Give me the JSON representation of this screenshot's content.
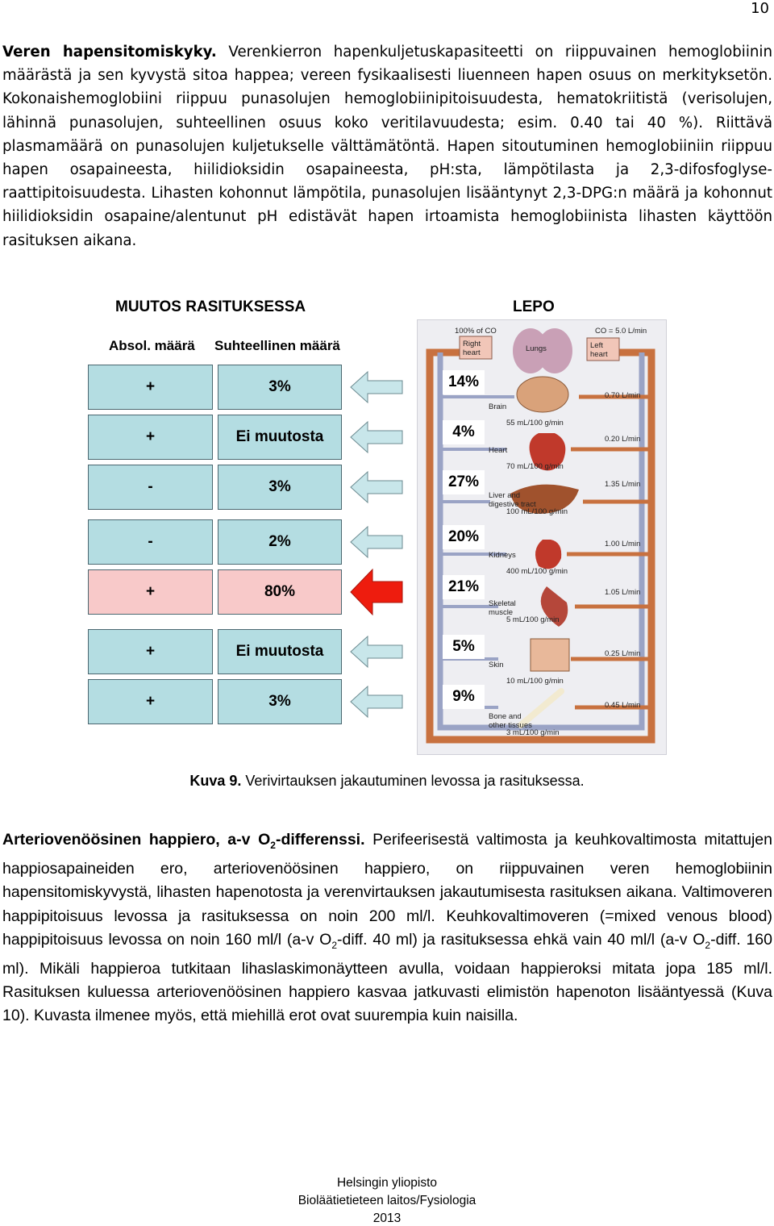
{
  "page_number": "10",
  "intro": {
    "title": "Veren hapensitomiskyky.",
    "text": "Verenkierron hapenkuljetuskapasiteetti on riippuvainen hemoglobiinin määrästä ja sen kyvystä sitoa happea; vereen fysikaalisesti liuenneen hapen osuus on merkityksetön. Kokonaishemoglobiini riippuu punasolujen hemoglobiinipitoisuudesta, hematokriitistä (verisolujen, lähinnä punasolujen, suhteellinen osuus koko veritilavuudesta; esim. 0.40 tai 40 %). Riittävä plasmamäärä on punasolujen kuljetukselle välttämätöntä. Hapen sitoutuminen hemoglobiiniin riippuu hapen osapaineesta, hiilidioksidin osapaineesta, pH:sta, lämpötilasta ja 2,3-difosfoglyse-raattipitoisuudesta. Lihasten kohonnut lämpötila, punasolujen lisääntynyt 2,3-DPG:n määrä ja kohonnut hiilidioksidin osapaine/alentunut pH edistävät hapen irtoamista hemoglobiinista lihasten käyttöön rasituksen aikana."
  },
  "figure": {
    "heading_left": "MUUTOS RASITUKSESSA",
    "heading_right": "LEPO",
    "col_abs": "Absol. määrä",
    "col_rel": "Suhteellinen määrä",
    "rows": [
      {
        "abs": "+",
        "rel": "3%",
        "rest": "14%",
        "highlight": false
      },
      {
        "abs": "+",
        "rel": "Ei muutosta",
        "rest": "4%",
        "highlight": false
      },
      {
        "abs": "-",
        "rel": "3%",
        "rest": "27%",
        "highlight": false
      },
      {
        "abs": "-",
        "rel": "2%",
        "rest": "20%",
        "highlight": false
      },
      {
        "abs": "+",
        "rel": "80%",
        "rest": "21%",
        "highlight": true
      },
      {
        "abs": "+",
        "rel": "Ei muutosta",
        "rest": "5%",
        "highlight": false
      },
      {
        "abs": "+",
        "rel": "3%",
        "rest": "9%",
        "highlight": false
      }
    ],
    "diagram": {
      "top_left": "100% of CO",
      "top_right": "CO = 5.0 L/min",
      "right_heart": "Right heart",
      "lungs": "Lungs",
      "left_heart": "Left heart",
      "organs": [
        {
          "name": "Brain",
          "specific": "55 mL/100 g/min",
          "flow": "0.70 L/min"
        },
        {
          "name": "Heart",
          "specific": "70 mL/100 g/min",
          "flow": "0.20 L/min"
        },
        {
          "name": "Liver and digestive tract",
          "specific": "100 mL/100 g/min",
          "flow": "1.35 L/min"
        },
        {
          "name": "Kidneys",
          "specific": "400 mL/100 g/min",
          "flow": "1.00 L/min"
        },
        {
          "name": "Skeletal muscle",
          "specific": "5 mL/100 g/min",
          "flow": "1.05 L/min"
        },
        {
          "name": "Skin",
          "specific": "10 mL/100 g/min",
          "flow": "0.25 L/min"
        },
        {
          "name": "Bone and other tissues",
          "specific": "3 mL/100 g/min",
          "flow": "0.45 L/min"
        }
      ]
    },
    "caption_label": "Kuva 9.",
    "caption_text": "Verivirtauksen jakautuminen levossa ja rasituksessa."
  },
  "section2": {
    "title_pre": "Arteriovenöösinen happiero, a-v O",
    "title_sub": "2",
    "title_post": "-differenssi.",
    "text_a": "Perifeerisestä valtimosta ja keuhkovaltimosta mitattujen happiosapaineiden ero, arteriovenöösinen happiero, on riippuvainen veren hemoglobiinin hapensitomiskyvystä, lihasten hapenotosta ja verenvirtauksen jakautumisesta rasituksen aikana. Valtimoveren happipitoisuus levossa ja rasituksessa on noin 200 ml/l. Keuhkovaltimoveren (=mixed venous blood) happipitoisuus levossa on noin 160 ml/l (a-v O",
    "sub_a": "2",
    "text_b": "-diff. 40 ml) ja rasituksessa ehkä vain 40 ml/l (a-v O",
    "sub_b": "2",
    "text_c": "-diff. 160 ml). Mikäli happieroa tutkitaan lihaslaskimonäytteen avulla, voidaan happieroksi mitata jopa 185 ml/l. Rasituksen kuluessa arteriovenöösinen happiero kasvaa jatkuvasti elimistön hapenoton lisääntyessä (Kuva 10). Kuvasta ilmenee myös, että miehillä erot ovat suurempia kuin naisilla."
  },
  "footer": {
    "line1": "Helsingin yliopisto",
    "line2": "Bioläätietieteen laitos/Fysiologia",
    "line3": "2013"
  },
  "colors": {
    "cell_blue": "#b4dde2",
    "cell_pink": "#f8c9c9",
    "arrow_blue": "#c8e6ea",
    "arrow_red": "#ee1c0e"
  }
}
